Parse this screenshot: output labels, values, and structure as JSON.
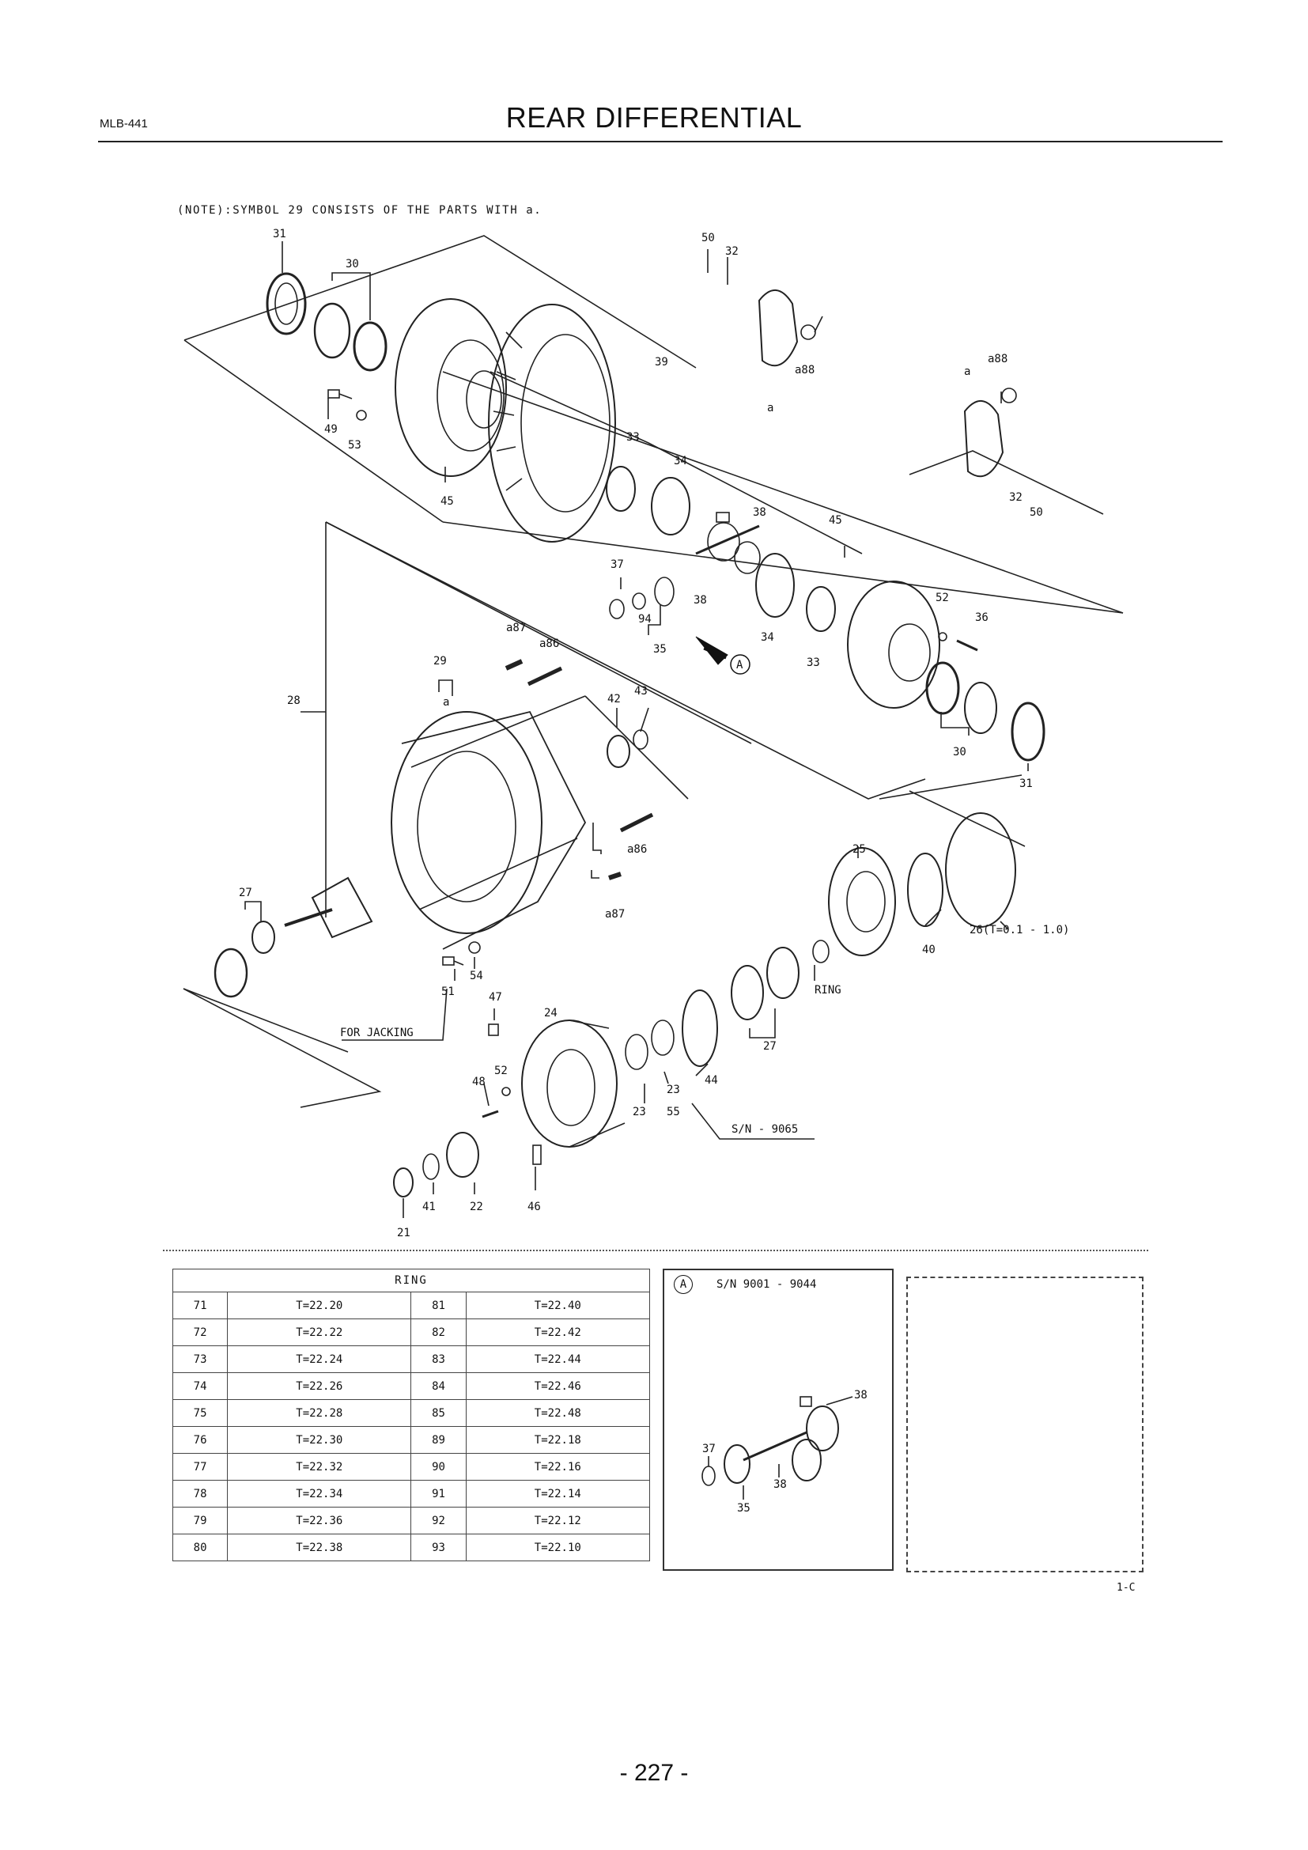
{
  "header": {
    "code": "MLB-441",
    "title": "REAR DIFFERENTIAL"
  },
  "note": "(NOTE):SYMBOL 29 CONSISTS OF THE PARTS WITH a.",
  "callouts": {
    "c31a": "31",
    "c30a": "30",
    "c50a": "50",
    "c32a": "32",
    "c39": "39",
    "a88a": "a88",
    "a_a": "a",
    "a88b": "a88",
    "a_b": "a",
    "c49": "49",
    "c53": "53",
    "c33a": "33",
    "c34a": "34",
    "c38a": "38",
    "c45a": "45",
    "c45b": "45",
    "c32b": "32",
    "c50b": "50",
    "c37": "37",
    "c38b": "38",
    "c94": "94",
    "c35": "35",
    "c34b": "34",
    "c33b": "33",
    "c52a": "52",
    "c36": "36",
    "a87a": "a87",
    "a86a": "a86",
    "c29": "29",
    "a_c": "a",
    "c28": "28",
    "c42": "42",
    "c43": "43",
    "c30b": "30",
    "c31b": "31",
    "a86b": "a86",
    "a87b": "a87",
    "c25": "25",
    "c26": "26(T=0.1 - 1.0)",
    "c40": "40",
    "c27a": "27",
    "c51": "51",
    "c54": "54",
    "c47": "47",
    "c24": "24",
    "ring": "RING",
    "c27b": "27",
    "for_jacking": "FOR JACKING",
    "c52b": "52",
    "c48": "48",
    "c23a": "23",
    "c23b": "23",
    "c55": "55",
    "c44": "44",
    "sn": "S/N - 9065",
    "c41": "41",
    "c22": "22",
    "c46": "46",
    "c21": "21",
    "markA": "A"
  },
  "ring_table": {
    "header": "RING",
    "rows": [
      [
        "71",
        "T=22.20",
        "81",
        "T=22.40"
      ],
      [
        "72",
        "T=22.22",
        "82",
        "T=22.42"
      ],
      [
        "73",
        "T=22.24",
        "83",
        "T=22.44"
      ],
      [
        "74",
        "T=22.26",
        "84",
        "T=22.46"
      ],
      [
        "75",
        "T=22.28",
        "85",
        "T=22.48"
      ],
      [
        "76",
        "T=22.30",
        "89",
        "T=22.18"
      ],
      [
        "77",
        "T=22.32",
        "90",
        "T=22.16"
      ],
      [
        "78",
        "T=22.34",
        "91",
        "T=22.14"
      ],
      [
        "79",
        "T=22.36",
        "92",
        "T=22.12"
      ],
      [
        "80",
        "T=22.38",
        "93",
        "T=22.10"
      ]
    ]
  },
  "detail_a": {
    "mark": "A",
    "range": "S/N 9001 - 9044",
    "c38": "38",
    "c37": "37",
    "c38b": "38",
    "c35": "35"
  },
  "figure_code": "1-C",
  "page_number": "- 227 -"
}
